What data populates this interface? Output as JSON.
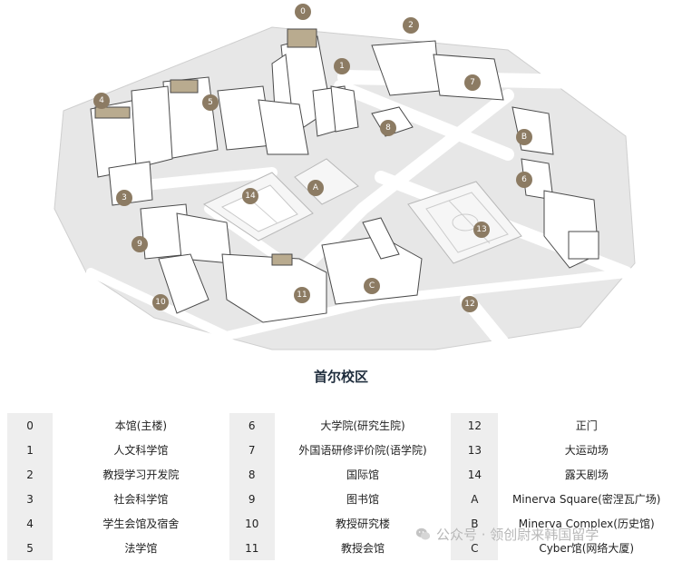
{
  "map": {
    "markers": [
      "0",
      "1",
      "2",
      "3",
      "4",
      "5",
      "6",
      "7",
      "8",
      "9",
      "10",
      "11",
      "12",
      "13",
      "14",
      "A",
      "B",
      "C"
    ],
    "marker_color": "#8c7b63",
    "ground_color": "#e7e7e7",
    "road_color": "#ffffff",
    "building_color": "#ffffff",
    "roof_accent_color": "#b9ab8f"
  },
  "title": "首尔校区",
  "legend": [
    [
      {
        "code": "0",
        "name": "本馆(主楼)"
      },
      {
        "code": "6",
        "name": "大学院(研究生院)"
      },
      {
        "code": "12",
        "name": "正门"
      }
    ],
    [
      {
        "code": "1",
        "name": "人文科学馆"
      },
      {
        "code": "7",
        "name": "外国语研修评价院(语学院)"
      },
      {
        "code": "13",
        "name": "大运动场"
      }
    ],
    [
      {
        "code": "2",
        "name": "教授学习开发院"
      },
      {
        "code": "8",
        "name": "国际馆"
      },
      {
        "code": "14",
        "name": "露天剧场"
      }
    ],
    [
      {
        "code": "3",
        "name": "社会科学馆"
      },
      {
        "code": "9",
        "name": "图书馆"
      },
      {
        "code": "A",
        "name": "Minerva Square(密涅瓦广场)"
      }
    ],
    [
      {
        "code": "4",
        "name": "学生会馆及宿舍"
      },
      {
        "code": "10",
        "name": "教授研究楼"
      },
      {
        "code": "B",
        "name": "Minerva Complex(历史馆)"
      }
    ],
    [
      {
        "code": "5",
        "name": "法学馆"
      },
      {
        "code": "11",
        "name": "教授会馆"
      },
      {
        "code": "C",
        "name": "Cyber馆(网络大厦)"
      }
    ]
  ],
  "watermark": {
    "text": "公众号 · 领创尉来韩国留学",
    "icon": "wechat-icon"
  }
}
